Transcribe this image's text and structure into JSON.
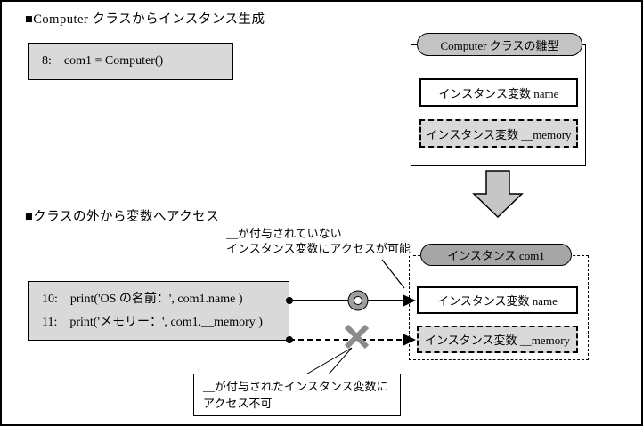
{
  "sections": {
    "title1": "■Computer クラスからインスタンス生成",
    "title2": "■クラスの外から変数へアクセス"
  },
  "code_instantiation": {
    "line8": "8:    com1 = Computer()"
  },
  "code_access": {
    "line10": "10:    print('OS の名前：', com1.name )",
    "line11": "11:    print('メモリー：', com1.__memory )"
  },
  "template": {
    "label": "Computer クラスの雛型",
    "var_name": "インスタンス変数  name",
    "var_memory": "インスタンス変数  __memory"
  },
  "instance": {
    "label": "インスタンス com1",
    "var_name": "インスタンス変数  name",
    "var_memory": "インスタンス変数  __memory"
  },
  "annotations": {
    "accessible": "__が付与されていない\nインスタンス変数にアクセスが可能",
    "inaccessible": "__が付与されたインスタンス変数に\nアクセス不可"
  },
  "icons": {
    "allowed_symbol": "○",
    "denied_symbol": "×",
    "flow_arrow": "↓"
  },
  "colors": {
    "box_fill": "#d9d9d9",
    "pill_template_fill": "#c3c3c3",
    "pill_instance_fill": "#a6a6a6",
    "border": "#000000",
    "symbol_gray": "#8c8c8c",
    "arrow_fill": "#c6c6c6"
  }
}
